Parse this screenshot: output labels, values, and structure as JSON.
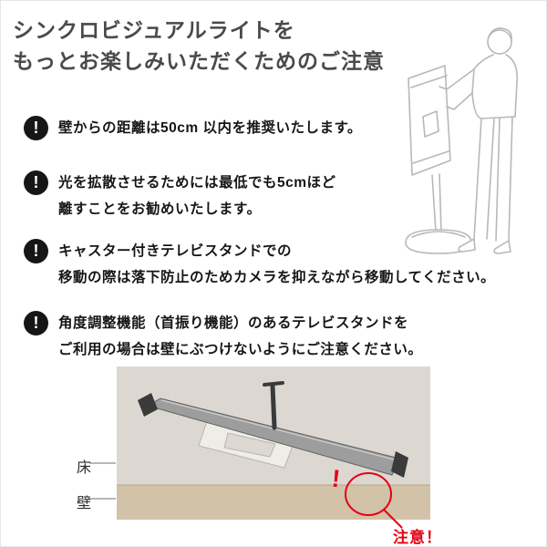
{
  "title": {
    "line1": "シンクロビジュアルライトを",
    "line2": "もっとお楽しみいただくためのご注意"
  },
  "warning_icon_glyph": "!",
  "warnings": [
    {
      "line1": "壁からの距離は50cm 以内を推奨いたします。"
    },
    {
      "line1": "光を拡散させるためには最低でも5cmほど",
      "line2": "離すことをお勧めいたします。"
    },
    {
      "line1": "キャスター付きテレビスタンドでの",
      "line2": "移動の際は落下防止のためカメラを抑えながら移動してください。"
    },
    {
      "line1": "角度調整機能（首振り機能）のあるテレビスタンドを",
      "line2": "ご利用の場合は壁にぶつけないようにご注意ください。"
    }
  ],
  "diagram": {
    "floor_label": "床",
    "wall_label": "壁",
    "alert_mark": "!",
    "caution_label": "注意！"
  },
  "colors": {
    "title_gray": "#4a4a4a",
    "body_text": "#161616",
    "warning_icon_bg": "#161616",
    "caution_red": "#e60012",
    "diagram_background": "#dcd8d1",
    "wall_strip": "#d2c2a8",
    "line_art": "#b8b8b8"
  }
}
